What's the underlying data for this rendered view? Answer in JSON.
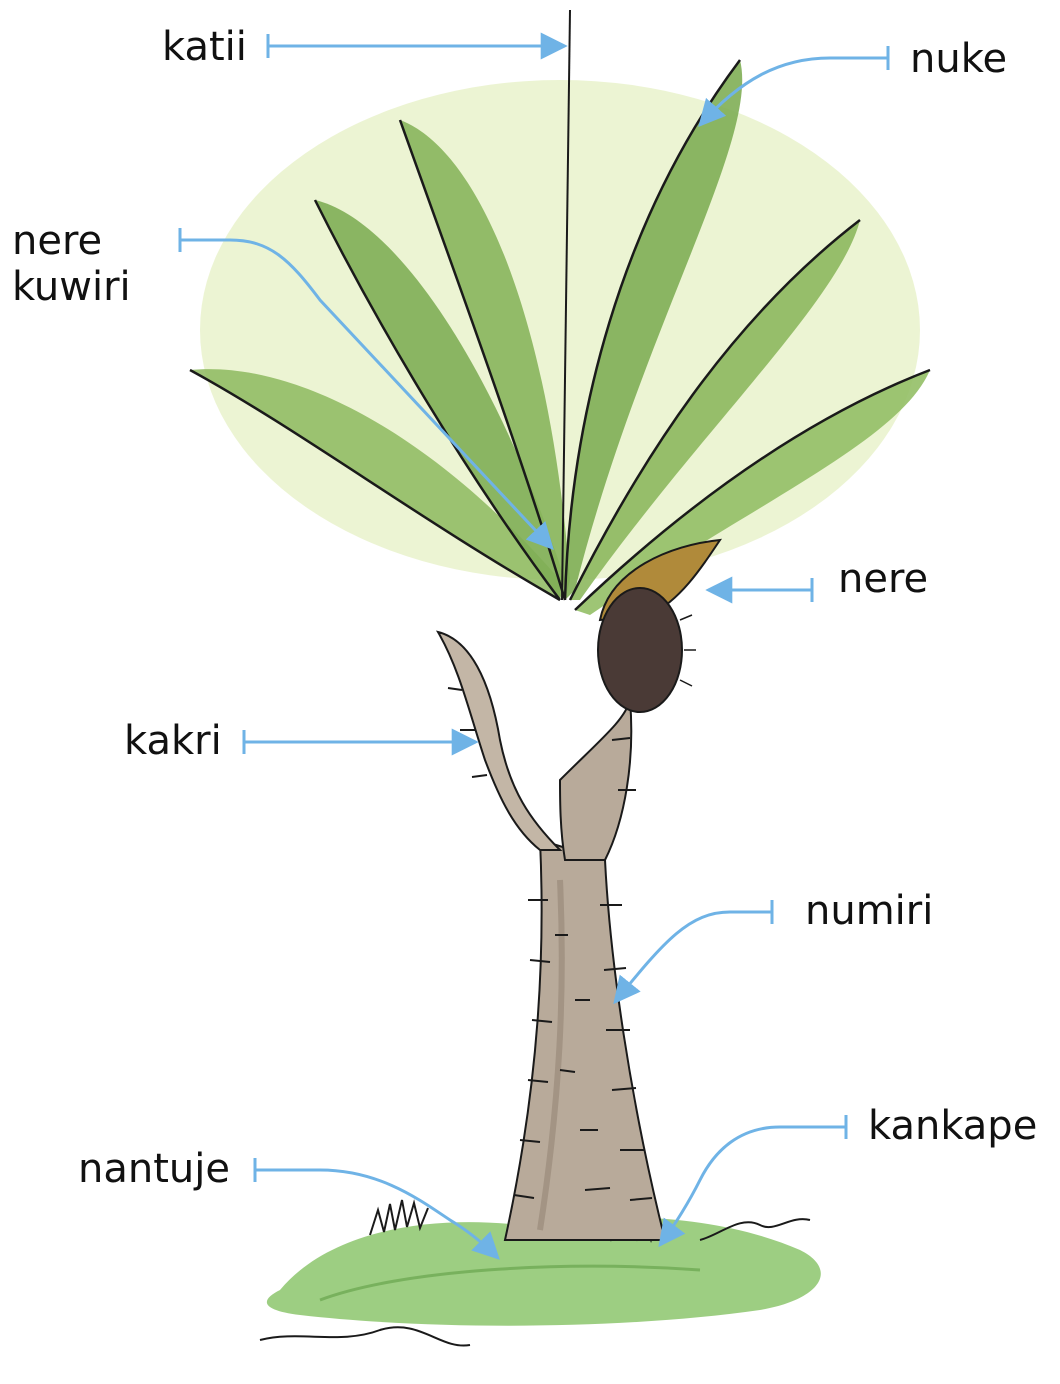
{
  "labels": {
    "katii": "katii",
    "nuke": "nuke",
    "nere_kuwiri_1": "nere",
    "nere_kuwiri_2": "kuwiri",
    "nere": "nere",
    "kakri": "kakri",
    "numiri": "numiri",
    "kankape": "kankape",
    "nantuje": "nantuje"
  },
  "colors": {
    "leader": "#6fb3e6",
    "leaf_dark": "#4e7d3a",
    "leaf_mid": "#7fae55",
    "leaf_light": "#cfe39a",
    "trunk": "#b8aa9a",
    "trunk_dark": "#8d7d6d",
    "fruit": "#4a3a36",
    "fruit_husk": "#b08a3a",
    "grass": "#7fbd60",
    "ink": "#1a1a1a"
  }
}
